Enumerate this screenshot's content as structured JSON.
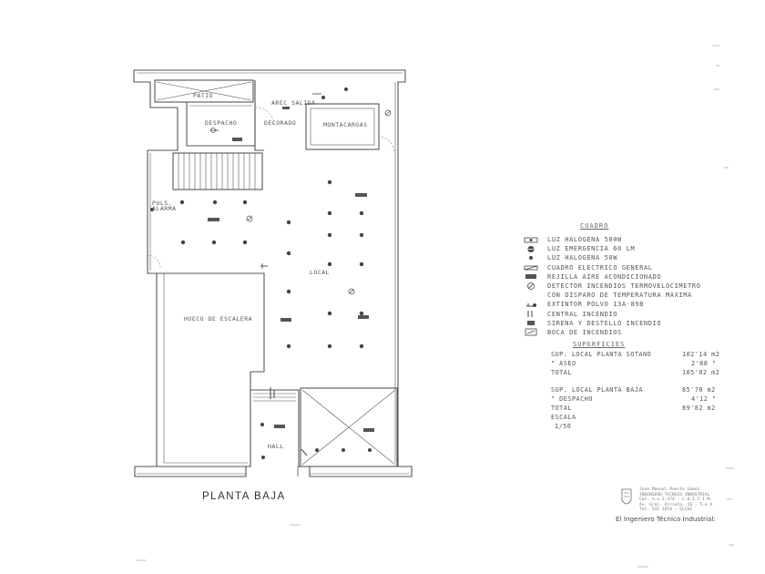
{
  "plan": {
    "title": "PLANTA BAJA",
    "room_labels": {
      "patio": "PATIO",
      "despacho": "DESPACHO",
      "decorado": "DECORADO",
      "arec": "AREC SALIDA",
      "montacargas": "MONTACARGAS",
      "puls": "PULS.",
      "alarma": "ALARMA",
      "local": "LOCAL",
      "hueco": "HUECO DE ESCALERA",
      "hall": "HALL"
    }
  },
  "legend": {
    "heading": "CUADRO",
    "items": [
      {
        "icon": "halogen-500w-icon",
        "text": "LUZ HALOGENA 500W"
      },
      {
        "icon": "emergency-light-icon",
        "text": "LUZ EMERGENCIA 60 LM"
      },
      {
        "icon": "halogen-50w-icon",
        "text": "LUZ HALOGENA 50W"
      },
      {
        "icon": "electric-panel-icon",
        "text": "CUADRO ELECTRICO GENERAL"
      },
      {
        "icon": "ac-grille-icon",
        "text": "REJILLA AIRE ACONDICIONADO"
      },
      {
        "icon": "fire-detector-icon",
        "text": "DETECTOR INCENDIOS TERMOVELOCIMETRO"
      },
      {
        "icon": "",
        "text": "CON DISPARO DE TEMPERATURA MAXIMA"
      },
      {
        "icon": "extinguisher-icon",
        "text": "EXTINTOR POLVO 13A-89B"
      },
      {
        "icon": "fire-central-icon",
        "text": "CENTRAL INCENDIO"
      },
      {
        "icon": "siren-icon",
        "text": "SIRENA Y DESTELLO INCENDIO"
      },
      {
        "icon": "fire-hose-icon",
        "text": "BOCA DE INCENDIOS"
      }
    ]
  },
  "superficies": {
    "heading": "SUPERFICIES",
    "rows": [
      {
        "label": "SUP. LOCAL  PLANTA SOTANO",
        "value": "102'14 m2"
      },
      {
        "label": "  \"   ASEO",
        "value": "2'88  \""
      },
      {
        "label": "      TOTAL",
        "value": "105'02 m2"
      },
      {
        "label": "SUP. LOCAL  PLANTA  BAJA",
        "value": "85'70 m2"
      },
      {
        "label": "  \"   DESPACHO",
        "value": "4'12  \""
      },
      {
        "label": "      TOTAL",
        "value": "89'82 m2"
      },
      {
        "label": "ESCALA",
        "value": ""
      },
      {
        "label": "1/50",
        "value": ""
      }
    ]
  },
  "stamp": {
    "lines": [
      "Jose Manuel Puerto Gomez",
      "INGENIERO TECNICO INDUSTRIAL",
      "Col. n.o 3.474 - C.O.I.T.I.M.",
      "Av. Gral. Arrieta, 16 - 5.o A",
      "Tel. 541 3454 - ELCHE"
    ]
  },
  "engineer": "El Ingeniero Técnico Industrial:"
}
